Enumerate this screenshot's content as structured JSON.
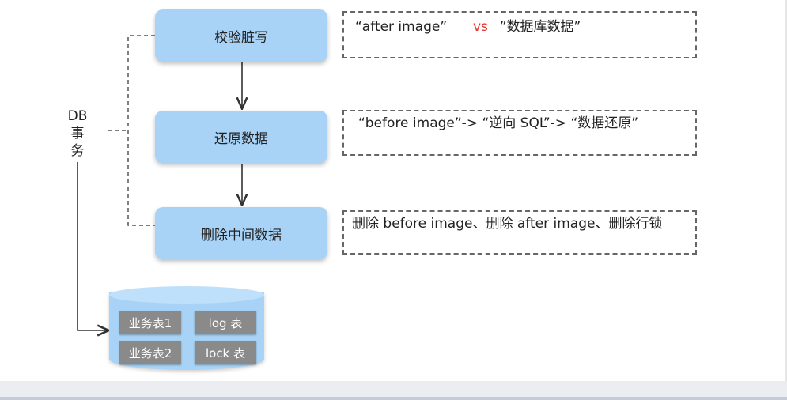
{
  "side_label": "DB 事 务",
  "steps": [
    {
      "label": "校验脏写"
    },
    {
      "label": "还原数据"
    },
    {
      "label": "删除中间数据"
    }
  ],
  "notes": [
    {
      "left": "“after image”",
      "mid": "vs",
      "right": "”数据库数据”"
    },
    {
      "text": "“before image”-> “逆向 SQL”-> “数据还原”"
    },
    {
      "text": "删除 before image、删除 after image、删除行锁"
    }
  ],
  "db_tables": [
    "业务表1",
    "log 表",
    "业务表2",
    "lock 表"
  ],
  "colors": {
    "box": "#a8d3f6",
    "table": "#8a8a8a",
    "highlight": "#e8322c"
  }
}
